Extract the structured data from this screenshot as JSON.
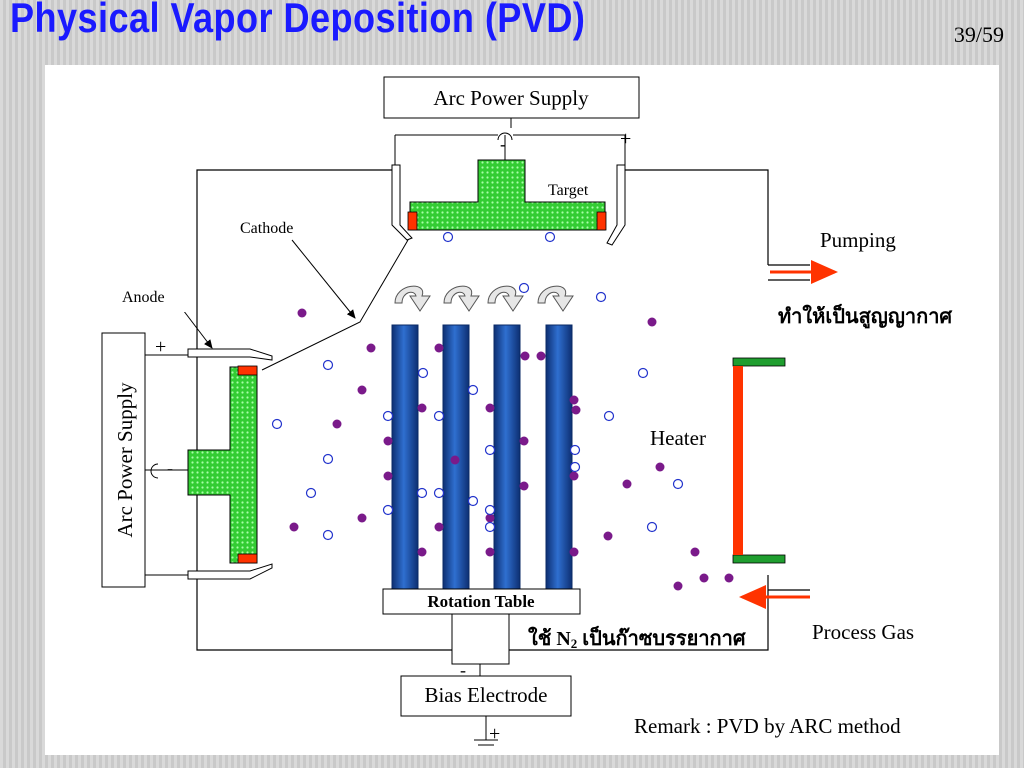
{
  "slide": {
    "title": "Physical Vapor Deposition (PVD)",
    "page": "39/59",
    "remark": "Remark : PVD by ARC method"
  },
  "diagram": {
    "top_power_supply": "Arc Power Supply",
    "left_power_supply": "Arc Power Supply",
    "target": "Target",
    "cathode": "Cathode",
    "anode": "Anode",
    "pumping": "Pumping",
    "vacuum_note": "ทำให้เป็นสูญญากาศ",
    "heater": "Heater",
    "rotation_table": "Rotation Table",
    "n2_note_prefix": "ใช้ N",
    "n2_sub": "2",
    "n2_note_suffix": " เป็นก๊าซบรรยากาศ",
    "process_gas": "Process Gas",
    "bias_electrode": "Bias Electrode",
    "plus": "+",
    "minus": "-"
  },
  "colors": {
    "title": "#1a1aff",
    "target_green": "#33cc33",
    "shield_red": "#ff3300",
    "rod_blue": "#1f5fb5",
    "particle_purple": "#7a1a8a",
    "ion_blue": "#2233cc",
    "arrow_red": "#ff3300",
    "heater_green": "#1f9e2f"
  }
}
